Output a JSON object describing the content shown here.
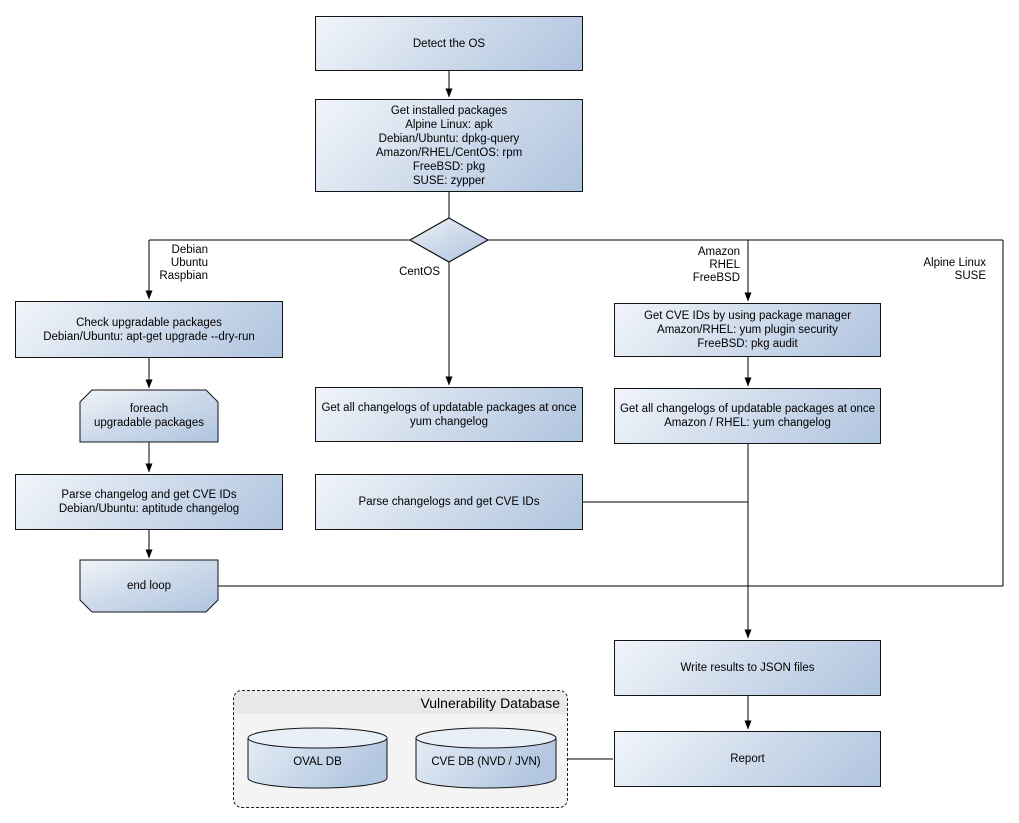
{
  "diagram": {
    "nodes": {
      "detect_os": [
        "Detect the OS"
      ],
      "get_installed_packages": [
        "Get installed packages",
        "Alpine Linux: apk",
        "Debian/Ubuntu: dpkg-query",
        "Amazon/RHEL/CentOS: rpm",
        "FreeBSD: pkg",
        "SUSE: zypper"
      ],
      "check_upgradable": [
        "Check upgradable packages",
        "Debian/Ubuntu: apt-get upgrade --dry-run"
      ],
      "foreach_loop": [
        "foreach",
        "upgradable  packages"
      ],
      "parse_changelog_deb": [
        "Parse changelog and get  CVE IDs",
        "Debian/Ubuntu: aptitude changelog"
      ],
      "end_loop": [
        "end loop"
      ],
      "get_changelogs_centos": [
        "Get all changelogs of updatable packages at once",
        "yum changelog"
      ],
      "parse_changelogs_centos": [
        "Parse changelogs and get CVE IDs"
      ],
      "get_cve_ids_pkg_mgr": [
        "Get CVE IDs by using package manager",
        "Amazon/RHEL: yum plugin security",
        "FreeBSD: pkg audit"
      ],
      "get_changelogs_amazon": [
        "Get all changelogs of updatable packages at once",
        "Amazon / RHEL: yum changelog"
      ],
      "write_json": [
        "Write results to JSON files"
      ],
      "report": [
        "Report"
      ]
    },
    "branch_labels": {
      "debian": [
        "Debian",
        "Ubuntu",
        "Raspbian"
      ],
      "centos": [
        "CentOS"
      ],
      "amazon": [
        "Amazon",
        "RHEL",
        "FreeBSD"
      ],
      "alpine": [
        "Alpine Linux",
        "SUSE"
      ]
    },
    "database": {
      "title": "Vulnerability Database",
      "cylinders": [
        "OVAL DB",
        "CVE DB (NVD / JVN)"
      ]
    },
    "colors": {
      "node_fill_light": "#f1f5fa",
      "node_fill_dark": "#b0c4df",
      "node_border": "#141414",
      "container_fill": "#f4f4f4",
      "container_header": "#e8e8e8",
      "line": "#000000"
    }
  }
}
